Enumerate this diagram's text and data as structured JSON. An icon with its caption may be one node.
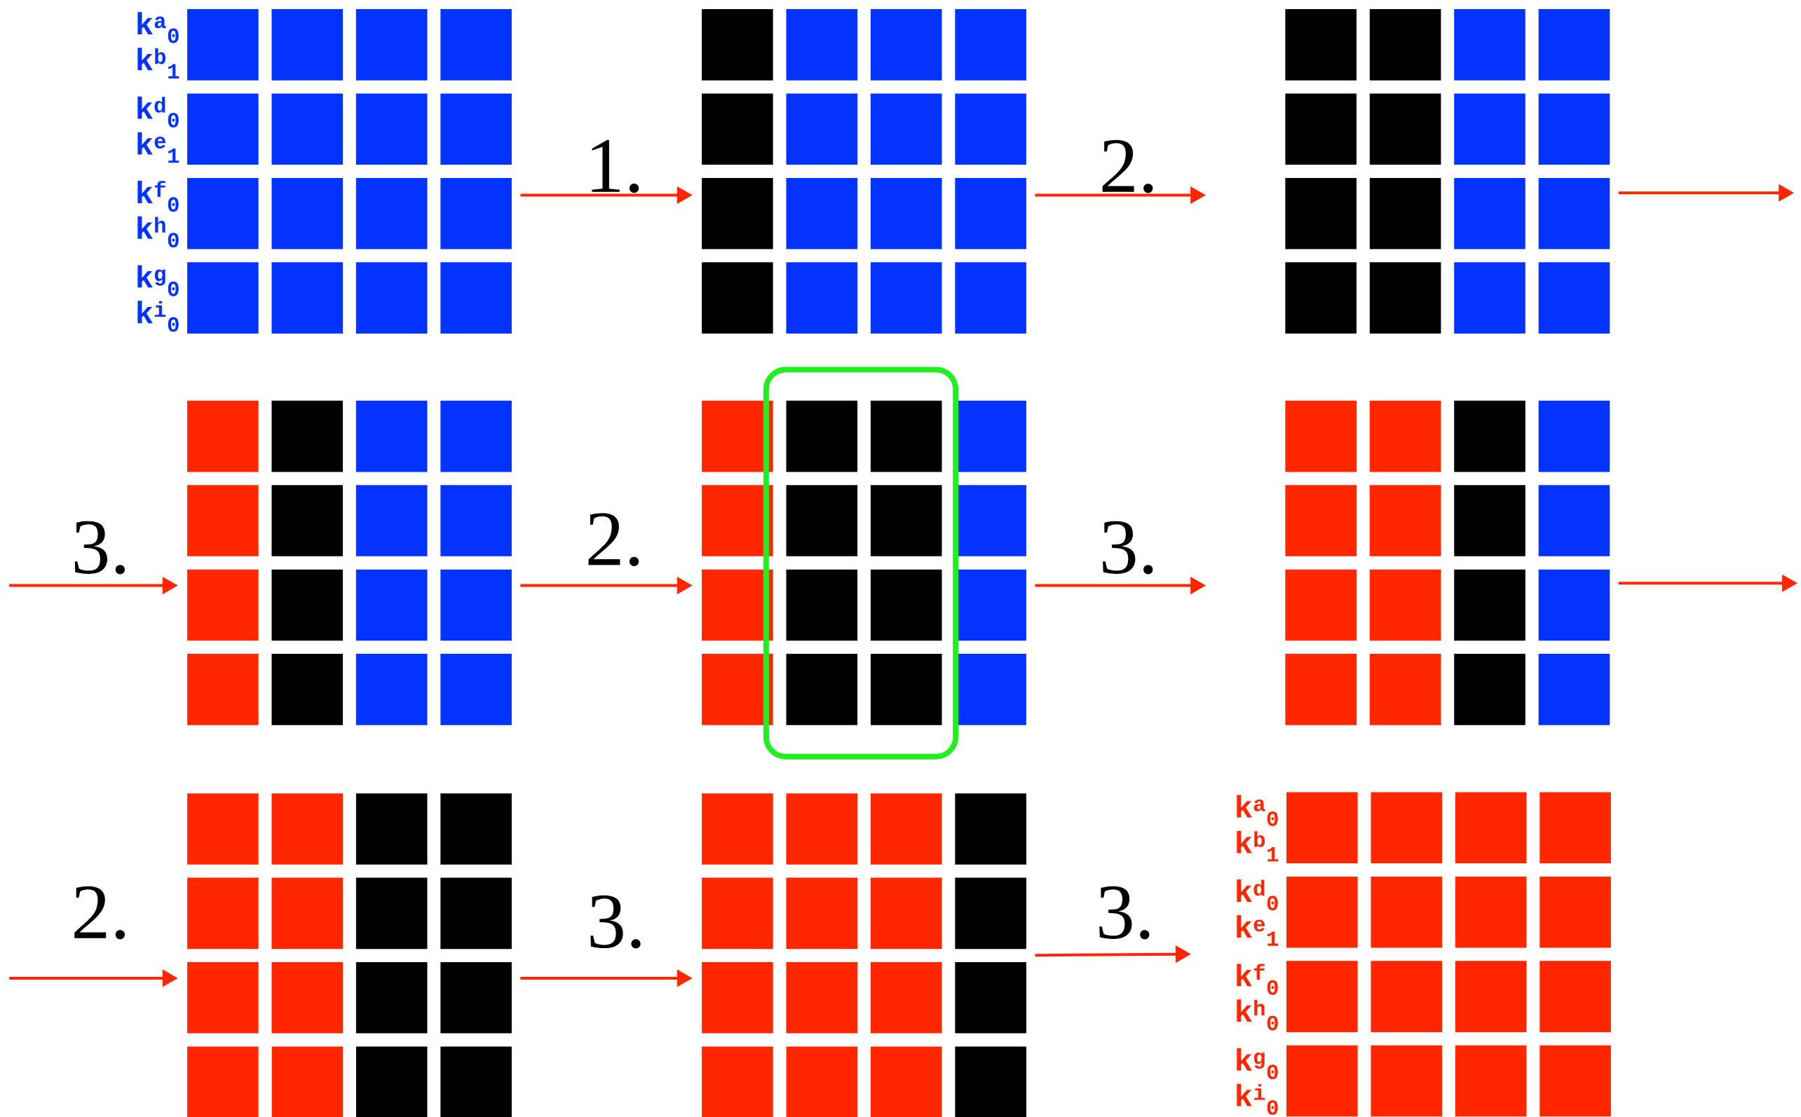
{
  "diagram": {
    "nodes": [
      {
        "text": [],
        "shape": "grid",
        "beside": [
          "k$^{a}$$_{0}$",
          "k$^{b}$$_{1}$",
          "k$^{d}$$_{0}$",
          "k$^{e}$$_{1}$",
          "k$^{f}$$_{0}$",
          "k$^{h}$$_{0}$",
          "k$^{g}$$_{0}$",
          "k$^{i}$$_{0}$"
        ]
      },
      {
        "text": [],
        "shape": "grid"
      },
      {
        "text": [],
        "shape": "grid"
      },
      {
        "text": [],
        "shape": "grid"
      },
      {
        "text": [],
        "shape": "grid"
      },
      {
        "text": [],
        "shape": "grid"
      },
      {
        "text": [],
        "shape": "grid"
      },
      {
        "text": [],
        "shape": "grid"
      },
      {
        "text": [],
        "shape": "grid",
        "beside": [
          "k$^{a}$$_{0}$",
          "k$^{b}$$_{1}$",
          "k$^{d}$$_{0}$",
          "k$^{e}$$_{1}$",
          "k$^{f}$$_{0}$",
          "k$^{h}$$_{0}$",
          "k$^{g}$$_{0}$",
          "k$^{i}$$_{0}$"
        ]
      }
    ],
    "edges": [
      {
        "from": 0,
        "to": 1,
        "arrow": "to",
        "label": "1."
      },
      {
        "from": 1,
        "to": 2,
        "arrow": "to",
        "label": "2."
      },
      {
        "from": 2,
        "to": null,
        "arrow": "to"
      },
      {
        "from": null,
        "to": 3,
        "arrow": "to",
        "label": "3."
      },
      {
        "from": 3,
        "to": 4,
        "arrow": "to",
        "label": "2."
      },
      {
        "from": 4,
        "to": 5,
        "arrow": "to",
        "label": "3."
      },
      {
        "from": 5,
        "to": null,
        "arrow": "to"
      },
      {
        "from": null,
        "to": 6,
        "arrow": "to",
        "label": "2."
      },
      {
        "from": 6,
        "to": 7,
        "arrow": "to",
        "label": "3."
      },
      {
        "from": 7,
        "to": 8,
        "arrow": "to",
        "label": "3."
      }
    ]
  }
}
